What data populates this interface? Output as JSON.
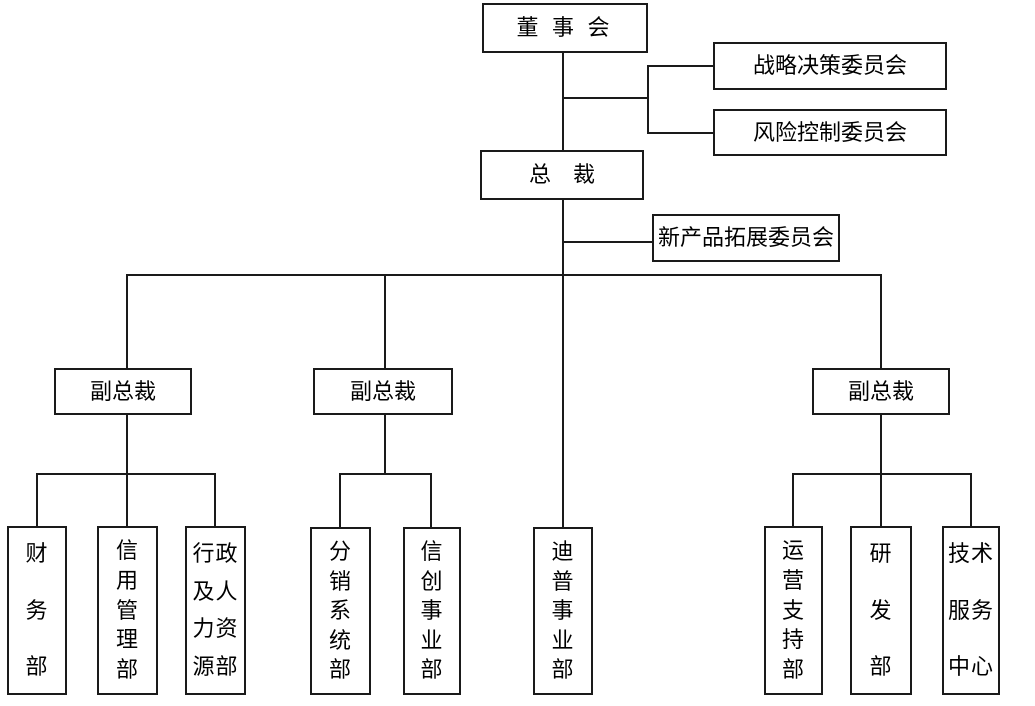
{
  "org_chart": {
    "title": "company-organization-chart",
    "colors": {
      "background": "#ffffff",
      "line": "#1a1a1a",
      "box_border": "#1a1a1a",
      "text": "#000000"
    },
    "nodes": {
      "board": {
        "label": "董 事 会"
      },
      "strategy_committee": {
        "label": "战略决策委员会"
      },
      "risk_committee": {
        "label": "风险控制委员会"
      },
      "president": {
        "label": "总　裁"
      },
      "new_product_committee": {
        "label": "新产品拓展委员会"
      },
      "vp1": {
        "label": "副总裁"
      },
      "vp2": {
        "label": "副总裁"
      },
      "vp3": {
        "label": "副总裁"
      },
      "finance_dept": {
        "label": "财务部",
        "lines": [
          "财",
          "务",
          "部"
        ]
      },
      "credit_mgmt_dept": {
        "label": "信用管理部",
        "lines": [
          "信",
          "用",
          "管",
          "理",
          "部"
        ]
      },
      "admin_hr_dept": {
        "label": "行政及人力资源部",
        "lines": [
          "行政",
          "及人",
          "力资",
          "源部"
        ]
      },
      "distribution_sys_dept": {
        "label": "分销系统部",
        "lines": [
          "分",
          "销",
          "系",
          "统",
          "部"
        ]
      },
      "xinchuang_dept": {
        "label": "信创事业部",
        "lines": [
          "信",
          "创",
          "事",
          "业",
          "部"
        ]
      },
      "dipu_dept": {
        "label": "迪普事业部",
        "lines": [
          "迪",
          "普",
          "事",
          "业",
          "部"
        ]
      },
      "ops_support_dept": {
        "label": "运营支持部",
        "lines": [
          "运",
          "营",
          "支",
          "持",
          "部"
        ]
      },
      "rnd_dept": {
        "label": "研发部",
        "lines": [
          "研",
          "发",
          "部"
        ]
      },
      "tech_service_center": {
        "label": "技术服务中心",
        "lines": [
          "技术",
          "服务",
          "中心"
        ]
      }
    },
    "edges": [
      {
        "from": "board",
        "to": "strategy_committee"
      },
      {
        "from": "board",
        "to": "risk_committee"
      },
      {
        "from": "board",
        "to": "president"
      },
      {
        "from": "president",
        "to": "new_product_committee"
      },
      {
        "from": "president",
        "to": "vp1"
      },
      {
        "from": "president",
        "to": "vp2"
      },
      {
        "from": "president",
        "to": "vp3"
      },
      {
        "from": "president",
        "to": "dipu_dept"
      },
      {
        "from": "vp1",
        "to": "finance_dept"
      },
      {
        "from": "vp1",
        "to": "credit_mgmt_dept"
      },
      {
        "from": "vp1",
        "to": "admin_hr_dept"
      },
      {
        "from": "vp2",
        "to": "distribution_sys_dept"
      },
      {
        "from": "vp2",
        "to": "xinchuang_dept"
      },
      {
        "from": "vp3",
        "to": "ops_support_dept"
      },
      {
        "from": "vp3",
        "to": "rnd_dept"
      },
      {
        "from": "vp3",
        "to": "tech_service_center"
      }
    ]
  }
}
